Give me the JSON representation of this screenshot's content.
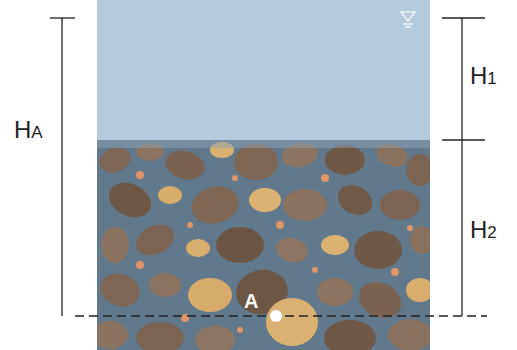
{
  "diagram": {
    "labels": [
      "HA",
      "H1",
      "H2",
      "A"
    ]
  }
}
